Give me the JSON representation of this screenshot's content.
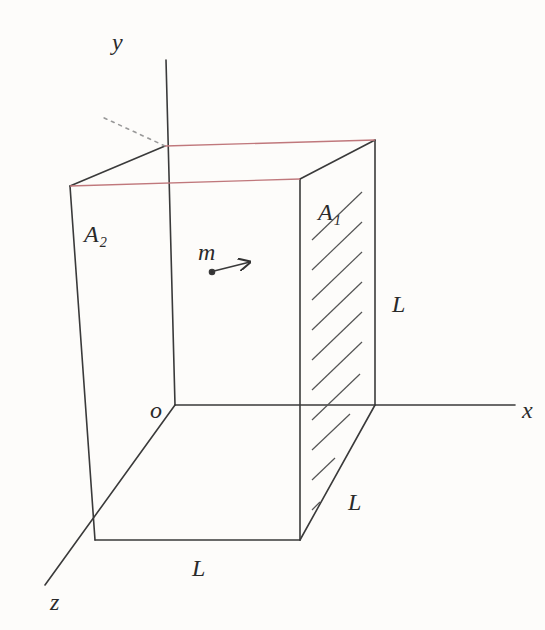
{
  "diagram": {
    "labels": [
      "y",
      "x",
      "z",
      "o",
      "A₂",
      "m",
      "A₁",
      "L",
      "L",
      "L"
    ]
  }
}
